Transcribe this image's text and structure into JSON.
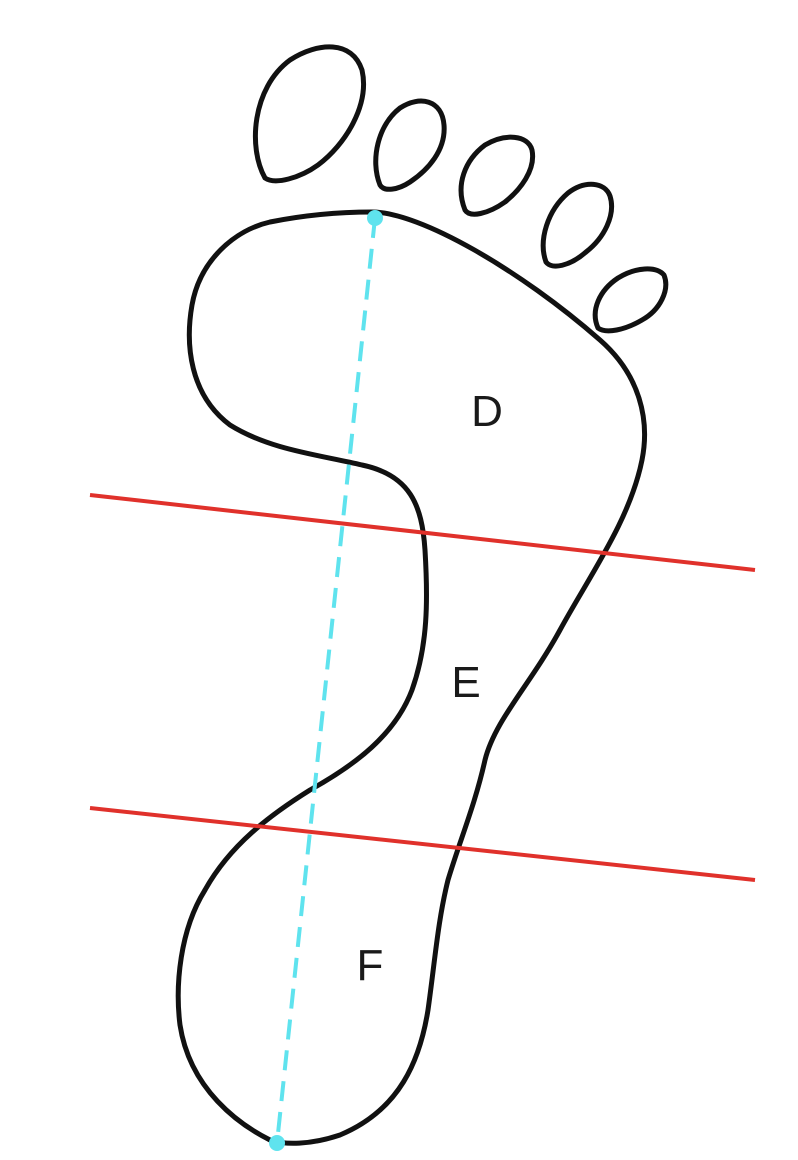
{
  "regions": {
    "forefoot": "D",
    "midfoot": "E",
    "heel": "F"
  },
  "colors": {
    "outline": "#111111",
    "divider_lines": "#e0312b",
    "axis_line": "#5fe3ee",
    "background": "#ffffff"
  }
}
